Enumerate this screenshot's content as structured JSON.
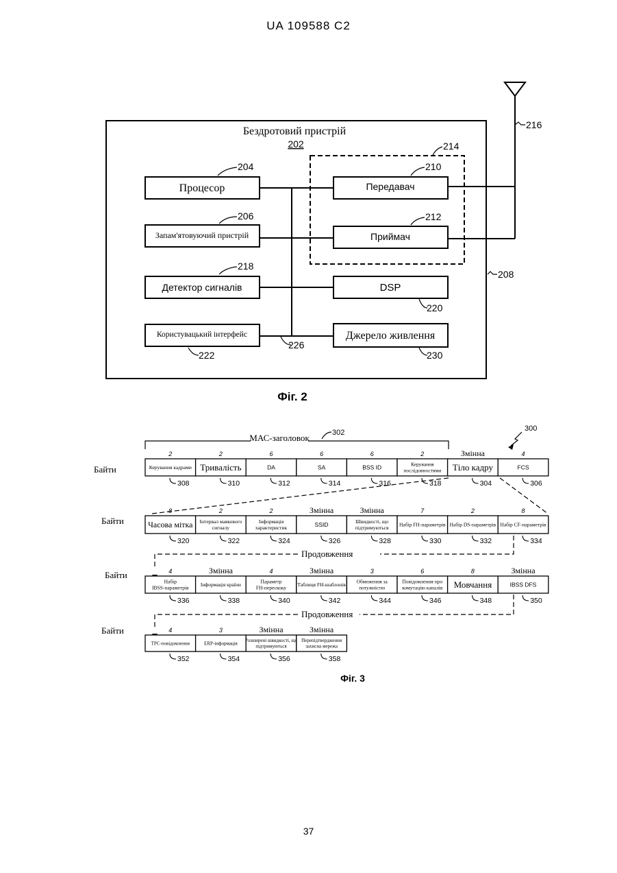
{
  "header": "UA 109588 C2",
  "page_number": "37",
  "fig2": {
    "caption": "Фіг. 2",
    "title": "Бездротовий пристрій",
    "device_ref": "202",
    "blocks": {
      "processor": "Процесор",
      "memory": "Запам'ятовуючий пристрій",
      "detector": "Детектор сигналів",
      "ui": "Користувацький інтерфейс",
      "transmitter": "Передавач",
      "receiver": "Приймач",
      "dsp": "DSP",
      "power": "Джерело живлення"
    },
    "refs": {
      "r204": "204",
      "r206": "206",
      "r218": "218",
      "r222": "222",
      "r226": "226",
      "r210": "210",
      "r212": "212",
      "r214": "214",
      "r220": "220",
      "r230": "230",
      "r208": "208",
      "r216": "216"
    }
  },
  "fig3": {
    "caption": "Фіг. 3",
    "fig_ref": "300",
    "mac_header": "МАС-заголовок",
    "mac_ref": "302",
    "bytes_label": "Байти",
    "continuation": "Продовження",
    "row1": [
      {
        "size": "2",
        "label": "Керування кадрами",
        "ref": "308"
      },
      {
        "size": "2",
        "label": "Тривалість",
        "ref": "310"
      },
      {
        "size": "6",
        "label": "DA",
        "ref": "312"
      },
      {
        "size": "6",
        "label": "SA",
        "ref": "314"
      },
      {
        "size": "6",
        "label": "BSS ID",
        "ref": "316"
      },
      {
        "size": "2",
        "label": "Керування послідовностями",
        "ref": "318"
      },
      {
        "size": "Змінна",
        "label": "Тіло кадру",
        "ref": "304"
      },
      {
        "size": "4",
        "label": "FCS",
        "ref": "306"
      }
    ],
    "row2": [
      {
        "size": "8",
        "label": "Часова мітка",
        "ref": "320"
      },
      {
        "size": "2",
        "label": "Інтервал маякового сигналу",
        "ref": "322"
      },
      {
        "size": "2",
        "label": "Інформація характеристик",
        "ref": "324"
      },
      {
        "size": "Змінна",
        "label": "SSID",
        "ref": "326"
      },
      {
        "size": "Змінна",
        "label": "Швидкості, що підтримуються",
        "ref": "328"
      },
      {
        "size": "7",
        "label": "Набір FH-параметрів",
        "ref": "330"
      },
      {
        "size": "2",
        "label": "Набір DS-параметрів",
        "ref": "332"
      },
      {
        "size": "8",
        "label": "Набір CF-параметрів",
        "ref": "334"
      }
    ],
    "row3": [
      {
        "size": "4",
        "label": "Набір IBSS-параметрів",
        "ref": "336"
      },
      {
        "size": "Змінна",
        "label": "Інформація країни",
        "ref": "338"
      },
      {
        "size": "4",
        "label": "Параметр FH-перескоку",
        "ref": "340"
      },
      {
        "size": "Змінна",
        "label": "Таблиця FH-шаблонів",
        "ref": "342"
      },
      {
        "size": "3",
        "label": "Обмеження за потужністю",
        "ref": "344"
      },
      {
        "size": "6",
        "label": "Повідомлення про комутацію каналів",
        "ref": "346"
      },
      {
        "size": "8",
        "label": "Мовчання",
        "ref": "348"
      },
      {
        "size": "Змінна",
        "label": "IBSS DFS",
        "ref": "350"
      }
    ],
    "row4": [
      {
        "size": "4",
        "label": "TPC-повідомлення",
        "ref": "352"
      },
      {
        "size": "3",
        "label": "ERP-інформація",
        "ref": "354"
      },
      {
        "size": "Змінна",
        "label": "Розширені швидкості, що підтримуються",
        "ref": "356"
      },
      {
        "size": "Змінна",
        "label": "Перепідтвердження захисна мережа",
        "ref": "358"
      }
    ]
  }
}
